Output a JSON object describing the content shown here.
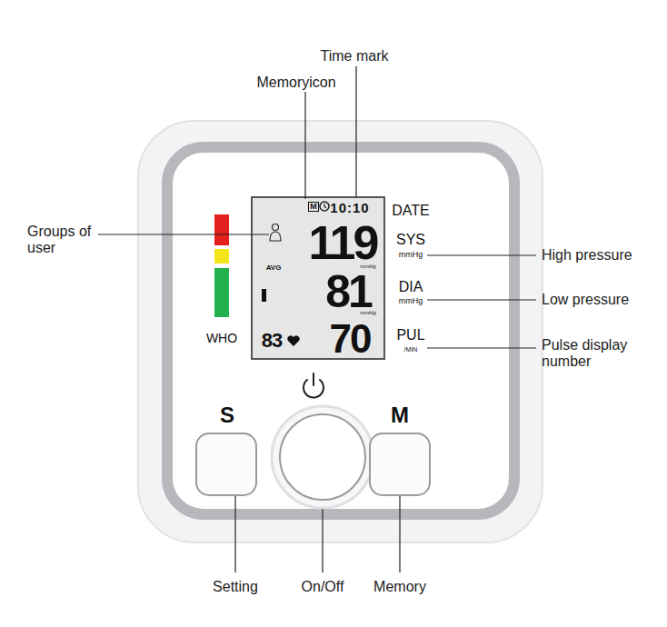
{
  "diagram": {
    "nodes": [
      {
        "text": [
          "DATE",
          "SYS",
          "mmHg",
          "DIA",
          "mmHg",
          "PUL",
          "/MIN",
          "WHO",
          "S",
          "M"
        ]
      },
      {
        "text": [
          "M",
          "10:10",
          "119",
          "mmHg",
          "81",
          "mmHg",
          "AVG",
          "83",
          "70"
        ],
        "in": 0
      }
    ],
    "edges": [],
    "labels": [
      "Time mark",
      "Memoryicon",
      "Groups of user",
      "High pressure",
      "Low pressure",
      "Pulse display number",
      "Setting",
      "On/Off",
      "Memory"
    ]
  }
}
